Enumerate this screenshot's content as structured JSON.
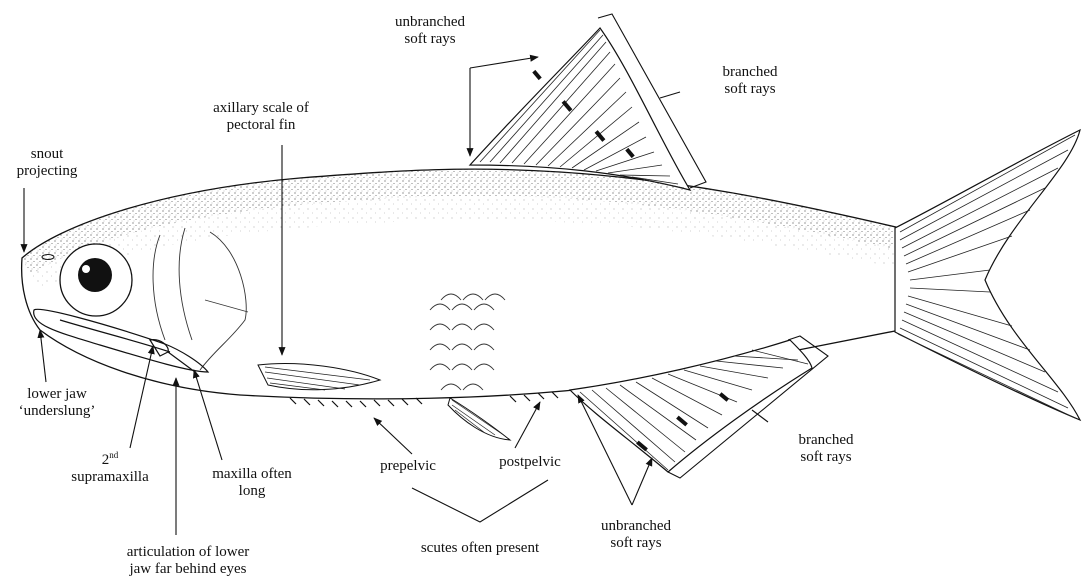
{
  "labels": {
    "unbranched_dorsal": [
      "unbranched",
      "soft rays"
    ],
    "branched_dorsal": [
      "branched",
      "soft rays"
    ],
    "axillary_scale": [
      "axillary scale of",
      "pectoral fin"
    ],
    "snout": [
      "snout",
      "projecting"
    ],
    "lower_jaw": [
      "lower jaw",
      "‘underslung’"
    ],
    "supramaxilla_sup": "nd",
    "supramaxilla_num": "2",
    "supramaxilla_word": "supramaxilla",
    "maxilla": [
      "maxilla often",
      "long"
    ],
    "articulation": [
      "articulation of lower",
      "jaw far behind eyes"
    ],
    "prepelvic": "prepelvic",
    "postpelvic": "postpelvic",
    "scutes": "scutes often present",
    "unbranched_anal": [
      "unbranched",
      "soft rays"
    ],
    "branched_anal": [
      "branched",
      "soft rays"
    ]
  },
  "colors": {
    "ink": "#111111",
    "background": "#ffffff",
    "stipple": "#444444"
  }
}
